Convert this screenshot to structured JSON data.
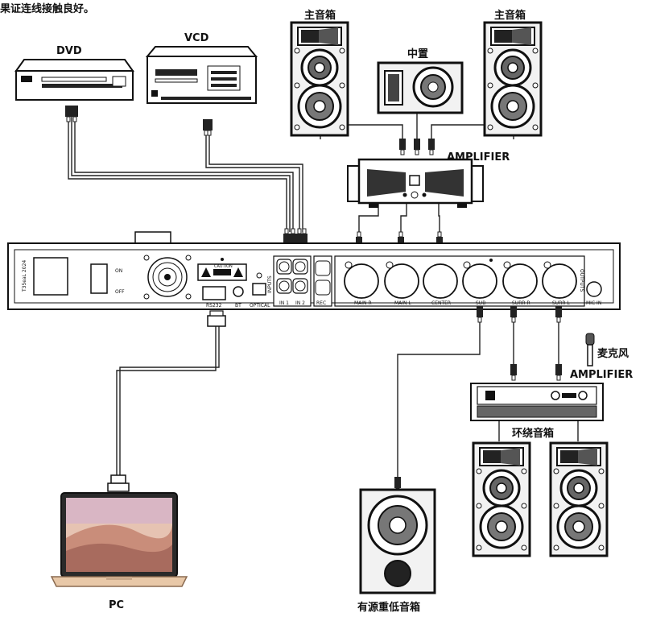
{
  "note": "果证连线接触良好。",
  "devices": {
    "dvd": "DVD",
    "vcd": "VCD",
    "pc": "PC"
  },
  "speakers": {
    "main_left": "主音箱",
    "main_right": "主音箱",
    "center": "中置",
    "surround": "环绕音箱",
    "subwoofer": "有源重低音箱"
  },
  "amplifiers": {
    "front": "AMPLIFIER",
    "surround": "AMPLIFIER"
  },
  "microphone": "麦克风",
  "panel": {
    "model": "T35eaL 2024",
    "switch_on": "ON",
    "switch_off": "OFF",
    "caution": "CAUTION",
    "rs232": "RS232",
    "bt": "BT",
    "optical": "OPTICAL",
    "inputs": "INPUTS",
    "in1": "IN 1",
    "in2": "IN 2",
    "rec": "REC",
    "main_r": "MAIN R",
    "main_l": "MAIN L",
    "center": "CENTER",
    "sub": "SUB",
    "surr_r": "SURR R",
    "surr_l": "SURR L",
    "outputs": "OUTPUTS",
    "mic_in": "MIC IN"
  }
}
